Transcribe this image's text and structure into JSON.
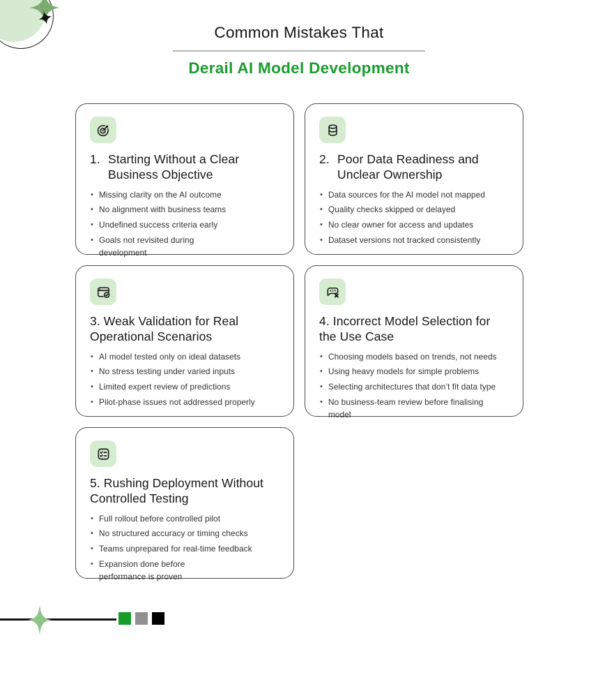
{
  "header": {
    "title_line1": "Common Mistakes That",
    "title_line2": "Derail AI Model Development"
  },
  "colors": {
    "accent_green": "#1a9c2e",
    "icon_tile_green": "#d5ecd0",
    "sparkle_green": "#7cab6f",
    "light_circle_green": "#d5ead0",
    "footer_square_green": "#179b29",
    "footer_square_gray": "#909090",
    "footer_square_black": "#000000"
  },
  "cards": [
    {
      "number": "1.",
      "title": "Starting Without a Clear Business Objective",
      "icon": "target-arrow-icon",
      "bullets": [
        "Missing clarity on the AI outcome",
        "No alignment with business teams",
        "Undefined success criteria early",
        "Goals not revisited during development"
      ]
    },
    {
      "number": "2.",
      "title": "Poor Data Readiness and Unclear Ownership",
      "icon": "database-icon",
      "bullets": [
        "Data sources for the AI model not mapped",
        "Quality checks skipped or delayed",
        "No clear owner for access and updates",
        "Dataset versions not tracked consistently"
      ]
    },
    {
      "number": "3.",
      "title": "Weak Validation for Real Operational Scenarios",
      "icon": "window-check-icon",
      "bullets": [
        "AI model tested only on ideal datasets",
        "No stress testing under varied inputs",
        "Limited expert review of predictions",
        "Pilot-phase issues not addressed properly"
      ]
    },
    {
      "number": "4.",
      "title": "Incorrect Model Selection for the Use Case",
      "icon": "chat-error-icon",
      "bullets": [
        "Choosing models based on trends, not needs",
        "Using heavy models for simple problems",
        "Selecting architectures that don’t fit data type",
        "No business-team review before finalising model"
      ]
    },
    {
      "number": "5.",
      "title": "Rushing Deployment Without Controlled Testing",
      "icon": "checklist-icon",
      "bullets": [
        "Full rollout before controlled pilot",
        "No structured accuracy or timing checks",
        "Teams unprepared for real-time feedback",
        "Expansion done before performance is proven"
      ]
    }
  ]
}
